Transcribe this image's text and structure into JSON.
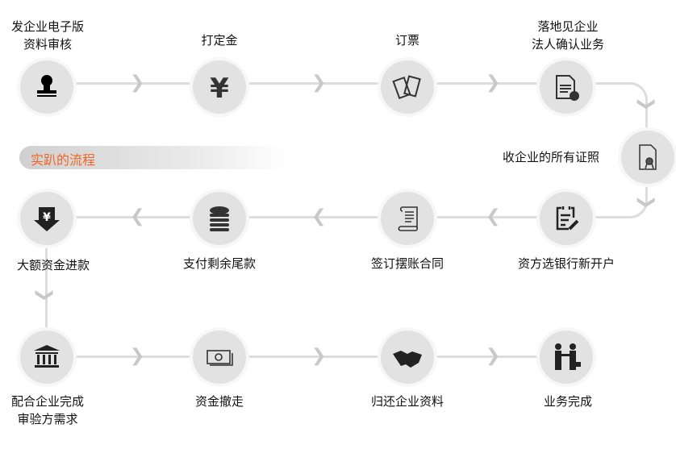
{
  "section_title": "实趴的流程",
  "steps": [
    {
      "label": "发企业电子版\n资料审核",
      "icon": "stamp-icon"
    },
    {
      "label": "打定金",
      "icon": "yen-icon"
    },
    {
      "label": "订票",
      "icon": "tickets-icon"
    },
    {
      "label": "落地见企业\n法人确认业务",
      "icon": "document-check-icon"
    },
    {
      "label": "收企业的所有证照",
      "icon": "certificate-icon"
    },
    {
      "label": "资方选银行新开户",
      "icon": "clipboard-pen-icon"
    },
    {
      "label": "签订摆账合同",
      "icon": "scroll-icon"
    },
    {
      "label": "支付剩余尾款",
      "icon": "coins-icon"
    },
    {
      "label": "大额资金进款",
      "icon": "yen-down-icon"
    },
    {
      "label": "配合企业完成\n审验方需求",
      "icon": "bank-icon"
    },
    {
      "label": "资金撤走",
      "icon": "banknotes-icon"
    },
    {
      "label": "归还企业资料",
      "icon": "handshake-icon"
    },
    {
      "label": "业务完成",
      "icon": "people-deal-icon"
    }
  ],
  "colors": {
    "accent": "#f26522",
    "circle": "#e2e2e2",
    "line": "#dddddd"
  }
}
